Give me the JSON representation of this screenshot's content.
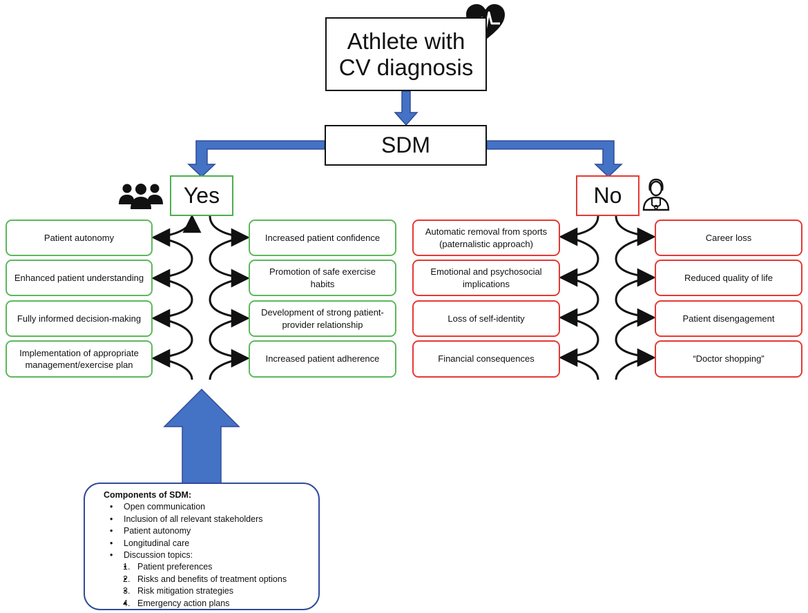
{
  "title": "Athlete with CV diagnosis",
  "sdm": "SDM",
  "yes": {
    "label": "Yes",
    "left_items": [
      "Patient autonomy",
      "Enhanced patient understanding",
      "Fully informed decision-making",
      "Implementation of appropriate management/exercise plan"
    ],
    "right_items": [
      "Increased patient confidence",
      "Promotion of safe exercise habits",
      "Development of strong patient-provider relationship",
      "Increased patient adherence"
    ]
  },
  "no": {
    "label": "No",
    "left_items": [
      "Automatic removal from sports (paternalistic approach)",
      "Emotional and psychosocial implications",
      "Loss of self-identity",
      "Financial consequences"
    ],
    "right_items": [
      "Career loss",
      "Reduced quality of life",
      "Patient disengagement",
      "“Doctor shopping”"
    ]
  },
  "components": {
    "heading": "Components of SDM:",
    "bullets": [
      "Open communication",
      "Inclusion of all relevant stakeholders",
      "Patient autonomy",
      "Longitudinal care",
      "Discussion topics:"
    ],
    "topics": [
      "Patient preferences",
      "Risks and benefits of treatment options",
      "Risk mitigation strategies",
      "Emergency action plans"
    ],
    "topic_numbers": [
      "1.",
      "2.",
      "3.",
      "4."
    ]
  },
  "icons": {
    "title_badge": "heart-pulse-icon",
    "yes_badge": "group-people-icon",
    "no_badge": "doctor-icon"
  },
  "colors": {
    "arrow_blue": "#4472c4",
    "arrow_border": "#2f4b9a",
    "yes_green": "#5cb85c",
    "no_red": "#e53935"
  }
}
